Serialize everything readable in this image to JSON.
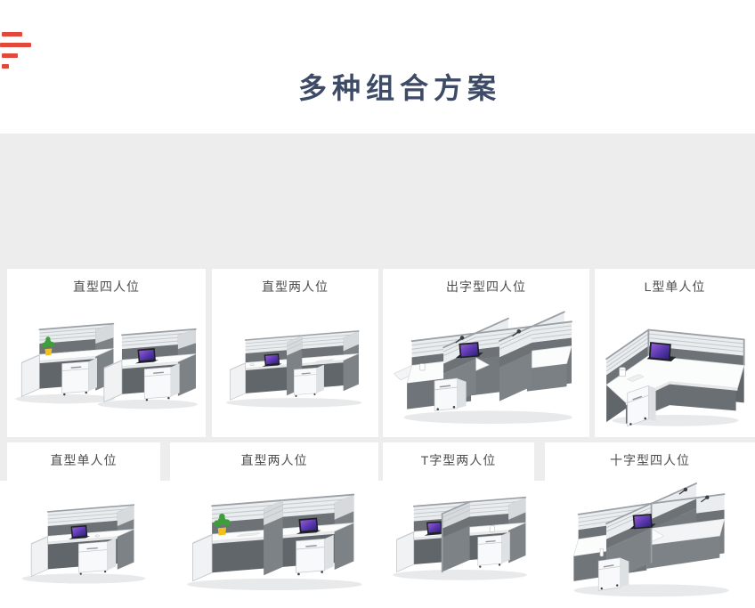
{
  "header": {
    "title": "多种组合方案"
  },
  "brand": {
    "accent_color": "#e2493b"
  },
  "colors": {
    "title_text": "#3e4b66",
    "grid_background": "#ededed",
    "card_background": "#ffffff",
    "label_text": "#4d4d4d"
  },
  "cards": [
    {
      "label": "直型四人位"
    },
    {
      "label": "直型两人位"
    },
    {
      "label": "出字型四人位"
    },
    {
      "label": "L型单人位"
    },
    {
      "label": "直型单人位"
    },
    {
      "label": "直型两人位"
    },
    {
      "label": "T字型两人位"
    },
    {
      "label": "十字型四人位"
    }
  ]
}
